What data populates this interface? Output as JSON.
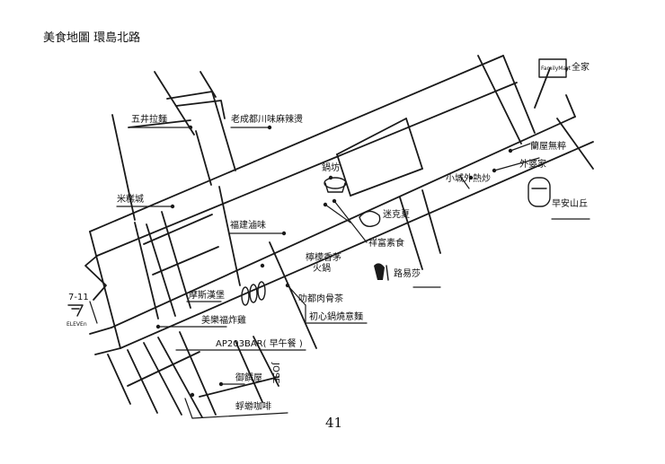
{
  "title": "美食地圖  環島北路",
  "page_number": "41",
  "labels": {
    "wujing_lamian": "五井拉麵",
    "laocheng_duchuan": "老成都川味麻辣燙",
    "mi_gao_cheng": "米糕城",
    "guo_fang": "鍋坊",
    "fujian_zhanwei": "福建滷味",
    "mi_ke_xia": "迷克夏",
    "xiang_fu_su_shi": "祥富素食",
    "ning_meng_xiang_mao": "檸檬香茅",
    "huo_guo": "火鍋",
    "lu_yi_sha": "路易莎",
    "mosi_hanbao": "摩斯漢堡",
    "meile_fu_zhaji": "美樂福炸雞",
    "xiao_du_rou_gu_cha": "叻都肉骨茶",
    "chuxin_guoshao": "初心鍋燒意麵",
    "ap203bar": "AP203BAR( 早午餐 )",
    "yu_pu_wu": "御饌屋",
    "hudie_kafei": "蜉蝣咖啡",
    "seven_eleven": "7-11",
    "quanjia": "全家",
    "lan_wu_wu_zui": "蘭屋無粹",
    "wai_po_jia": "外婆家",
    "xiao_cheng_wai_reshao": "小城外熱炒",
    "zao_an_shanqiu": "早安山丘"
  },
  "icons": {
    "seven_eleven_logo_text": "ELEVEn",
    "familymart_logo_text": "FamilyMart",
    "hudie_logo_text": "JOSE"
  }
}
